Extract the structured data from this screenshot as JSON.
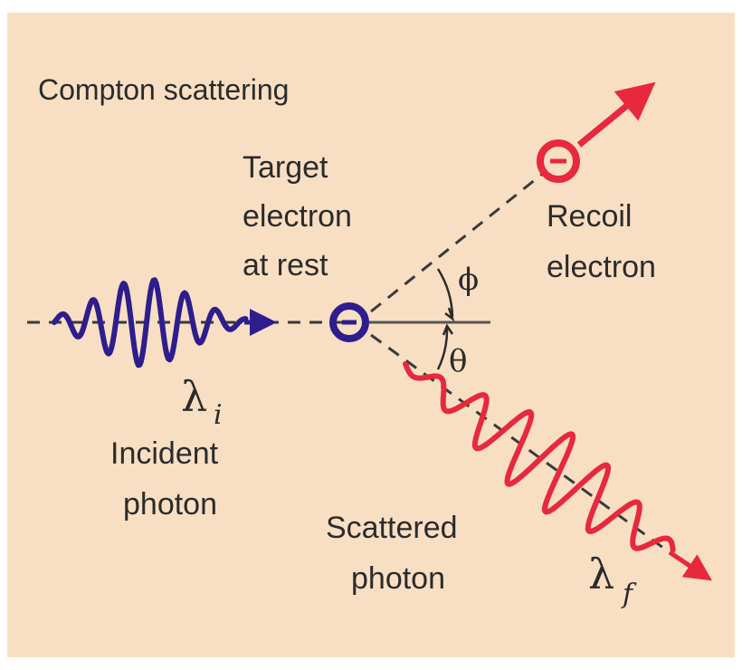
{
  "title": "Compton scattering",
  "target": {
    "line1": "Target",
    "line2": "electron",
    "line3": "at rest",
    "symbol": "⊖"
  },
  "recoil": {
    "line1": "Recoil",
    "line2": "electron",
    "symbol": "⊖"
  },
  "incident": {
    "line1": "Incident",
    "line2": "photon",
    "wavelength_symbol": "λ",
    "wavelength_subscript": "i"
  },
  "scattered": {
    "line1": "Scattered",
    "line2": "photon",
    "wavelength_symbol": "λ",
    "wavelength_subscript": "f"
  },
  "angles": {
    "phi": "ϕ",
    "theta": "θ"
  },
  "colors": {
    "background": "#f8dfc3",
    "incident": "#2e1d8c",
    "scattered": "#e8283c",
    "text": "#2b2b2b"
  }
}
